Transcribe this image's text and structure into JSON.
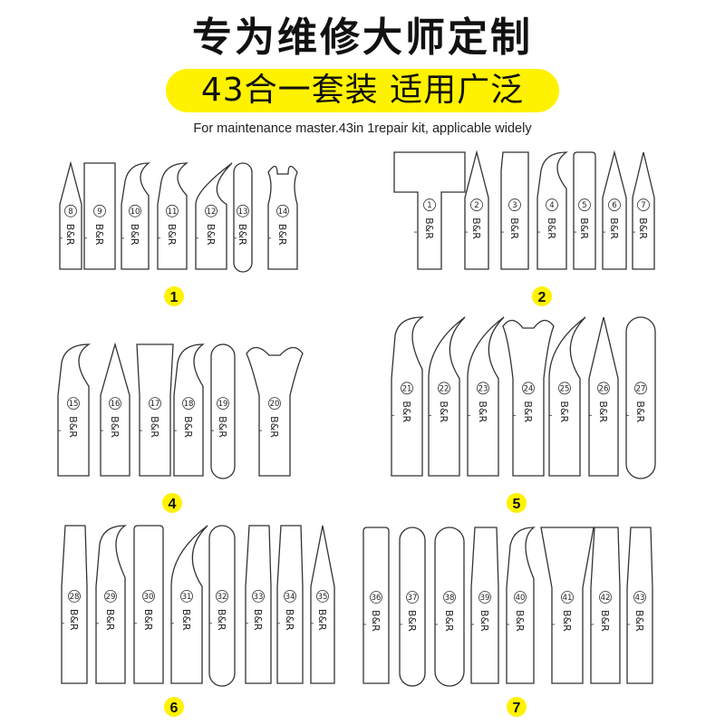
{
  "header": {
    "title": "专为维修大师定制",
    "banner": "43合一套装 适用广泛",
    "subtitle": "For maintenance master.43in 1repair kit,  applicable widely",
    "banner_color": "#fff200"
  },
  "brand": "B&R",
  "groups": [
    {
      "label": "1",
      "tools": [
        "8",
        "9",
        "10",
        "11",
        "12",
        "13",
        "14"
      ]
    },
    {
      "label": "2",
      "tools": [
        "1",
        "2",
        "3",
        "4",
        "5",
        "6",
        "7"
      ]
    },
    {
      "label": "4",
      "tools": [
        "15",
        "16",
        "17",
        "18",
        "19",
        "20"
      ]
    },
    {
      "label": "5",
      "tools": [
        "21",
        "22",
        "23",
        "24",
        "25",
        "26",
        "27"
      ]
    },
    {
      "label": "6",
      "tools": [
        "28",
        "29",
        "30",
        "31",
        "32",
        "33",
        "34",
        "35"
      ]
    },
    {
      "label": "7",
      "tools": [
        "36",
        "37",
        "38",
        "39",
        "40",
        "41",
        "42",
        "43"
      ]
    }
  ]
}
